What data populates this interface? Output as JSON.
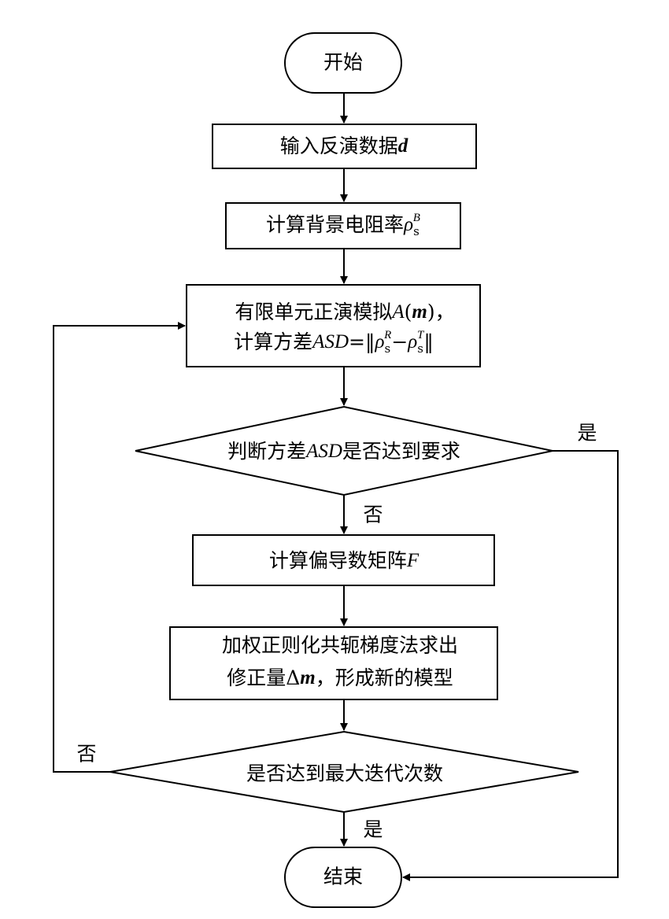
{
  "nodes": {
    "start": "开始",
    "input_prefix": "输入反演数据",
    "input_var": "d",
    "bg_prefix": "计算背景电阻率",
    "fe_line1_prefix": "有限单元正演模拟",
    "fe_line1_A": "A",
    "fe_line1_m": "m",
    "fe_line2_prefix": "计算方差",
    "fe_line2_ASD": "ASD",
    "judge_prefix": "判断方差",
    "judge_ASD": "ASD",
    "judge_suffix": "是否达到要求",
    "pd_prefix": "计算偏导数矩阵",
    "pd_var": "F",
    "wr_line1": "加权正则化共轭梯度法求出",
    "wr_line2_prefix": "修正量Δ",
    "wr_line2_m": "m",
    "wr_line2_suffix": "，形成新的模型",
    "iter": "是否达到最大迭代次数",
    "end": "结束"
  },
  "labels": {
    "judge_yes": "是",
    "judge_no": "否",
    "iter_no": "否",
    "iter_yes": "是"
  }
}
